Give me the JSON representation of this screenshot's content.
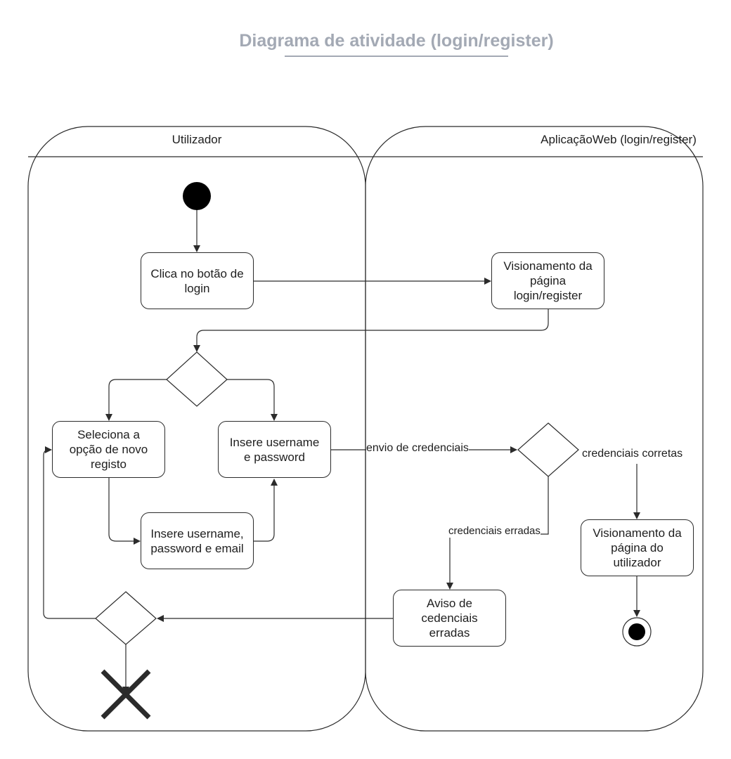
{
  "title": "Diagrama de atividade (login/register)",
  "lanes": {
    "left": "Utilizador",
    "right": "AplicaçãoWeb (login/register)"
  },
  "nodes": {
    "clica_login": "Clica no botão de\nlogin",
    "visionamento_login": "Visionamento da\npágina\nlogin/register",
    "seleciona_registo": "Seleciona a\nopção de novo\nregisto",
    "insere_user_pass": "Insere username\ne password",
    "insere_user_pass_email": "Insere username,\npassword e email",
    "visionamento_utilizador": "Visionamento da\npágina do\nutilizador",
    "aviso_erradas": "Aviso de\ncedenciais\nerradas"
  },
  "edge_labels": {
    "envio": "envio de credenciais",
    "corretas": "credenciais corretas",
    "erradas": "credenciais erradas"
  }
}
